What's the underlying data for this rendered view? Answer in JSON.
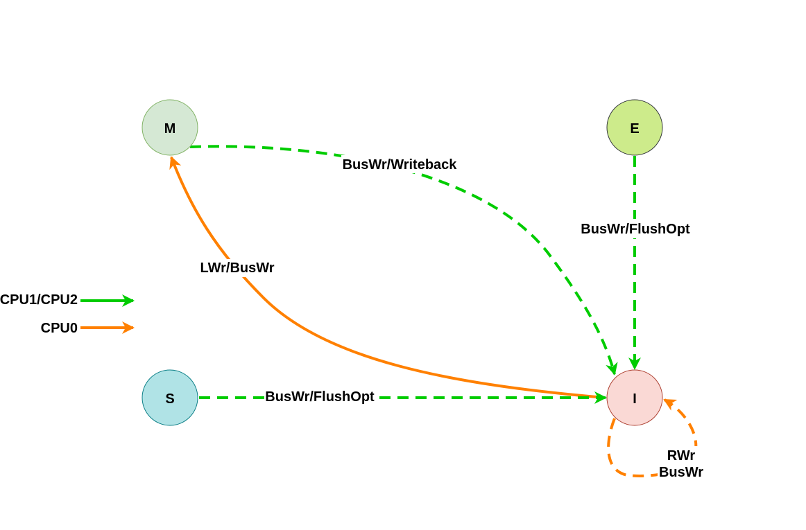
{
  "diagram": {
    "title": "",
    "states": [
      {
        "id": "M",
        "label": "M",
        "fill": "#d5e8d4",
        "stroke": "#82b366"
      },
      {
        "id": "E",
        "label": "E",
        "fill": "#cdeb8b",
        "stroke": "#36393d"
      },
      {
        "id": "S",
        "label": "S",
        "fill": "#b0e3e6",
        "stroke": "#0e8088"
      },
      {
        "id": "I",
        "label": "I",
        "fill": "#fad9d5",
        "stroke": "#ae4132"
      }
    ],
    "transitions": [
      {
        "id": "m-to-i",
        "from": "M",
        "to": "I",
        "label": "BusWr/Writeback",
        "cpu": "CPU1/CPU2",
        "style": "dashed"
      },
      {
        "id": "e-to-i",
        "from": "E",
        "to": "I",
        "label": "BusWr/FlushOpt",
        "cpu": "CPU1/CPU2",
        "style": "dashed"
      },
      {
        "id": "s-to-i",
        "from": "S",
        "to": "I",
        "label": "BusWr/FlushOpt",
        "cpu": "CPU1/CPU2",
        "style": "dashed"
      },
      {
        "id": "i-to-m",
        "from": "I",
        "to": "M",
        "label": "LWr/BusWr",
        "cpu": "CPU0",
        "style": "solid"
      },
      {
        "id": "i-to-i",
        "from": "I",
        "to": "I",
        "label_lines": [
          "RWr",
          "BusWr"
        ],
        "cpu": "CPU0",
        "style": "dashed"
      }
    ],
    "legend": [
      {
        "label": "CPU1/CPU2",
        "color": "#00cc00"
      },
      {
        "label": "CPU0",
        "color": "#ff8000"
      }
    ]
  }
}
